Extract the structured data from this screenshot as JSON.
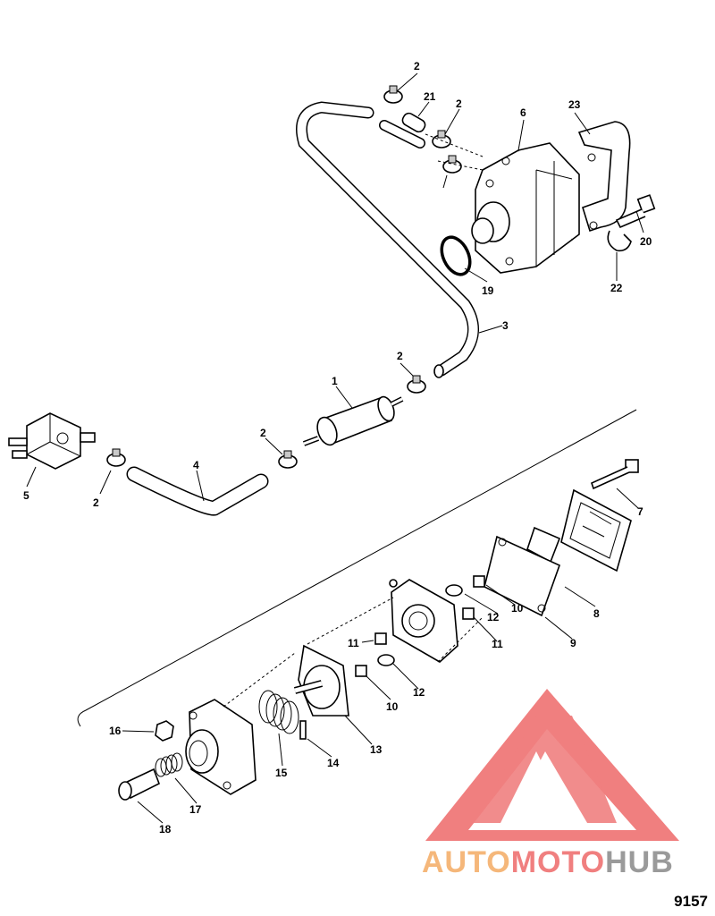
{
  "figure_number": "9157",
  "watermark": {
    "part1": "AUTO",
    "part2": "MOTO",
    "part3": "HUB",
    "color_orange": "#f5b77a",
    "color_red": "#f07f7f",
    "color_gray": "#9a9a9a"
  },
  "callouts": [
    "1",
    "2",
    "3",
    "4",
    "5",
    "6",
    "7",
    "8",
    "9",
    "10",
    "11",
    "12",
    "13",
    "14",
    "15",
    "16",
    "17",
    "18",
    "19",
    "20",
    "21",
    "22",
    "23"
  ]
}
